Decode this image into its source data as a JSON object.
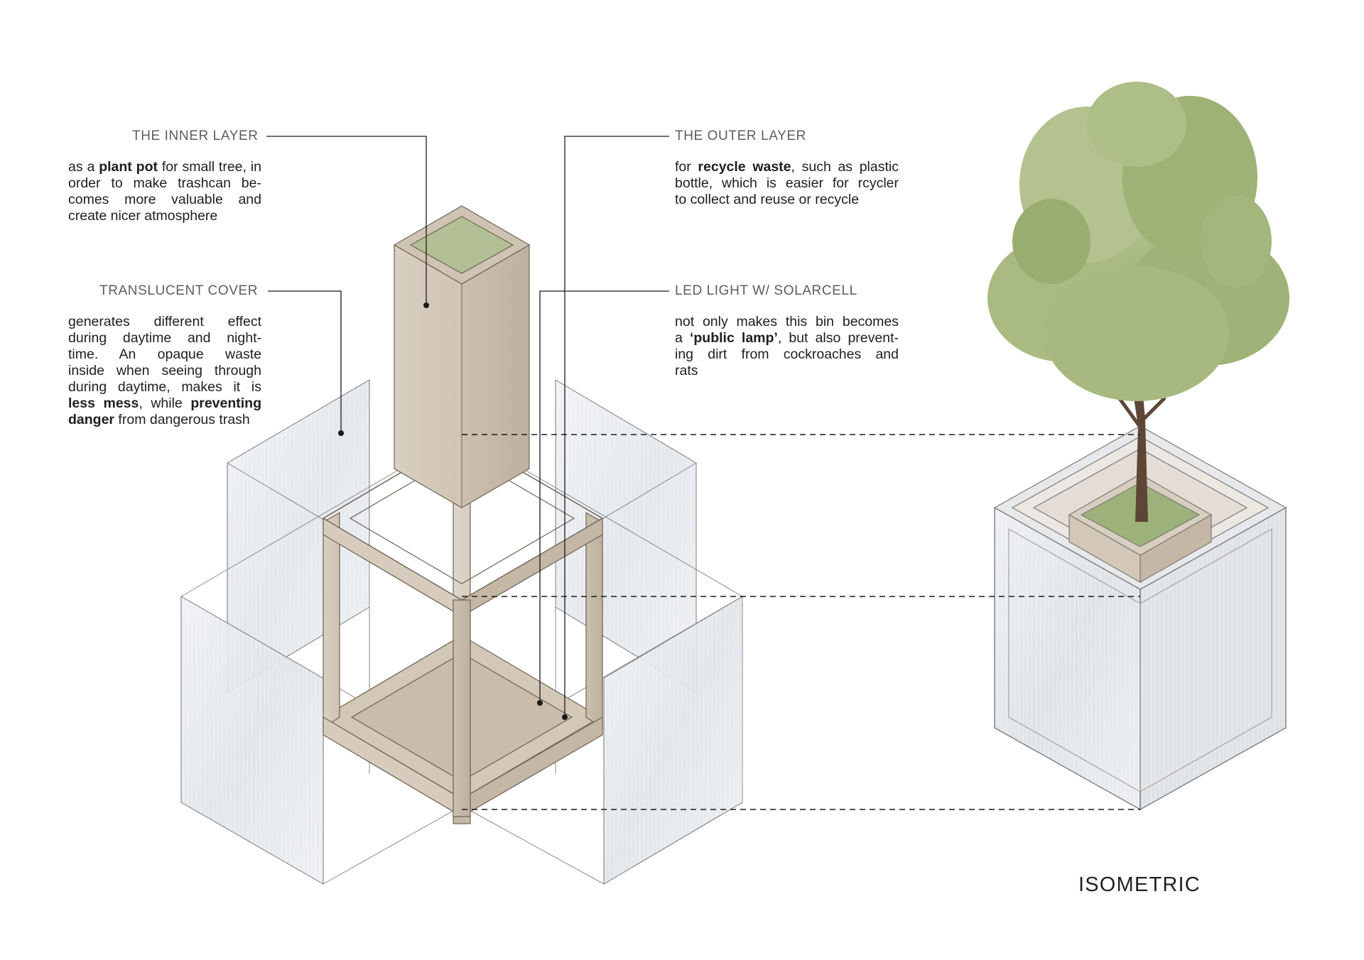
{
  "labels": {
    "inner_layer": {
      "heading": "THE INNER LAYER",
      "lines": [
        [
          {
            "t": "as a "
          },
          {
            "t": "plant pot",
            "b": true
          },
          {
            "t": " for small tree, in"
          }
        ],
        [
          {
            "t": "order to make trashcan be-"
          }
        ],
        [
          {
            "t": "comes more valuable and"
          }
        ],
        [
          {
            "t": "create nicer atmosphere"
          }
        ]
      ]
    },
    "outer_layer": {
      "heading": "THE OUTER LAYER",
      "lines": [
        [
          {
            "t": "for "
          },
          {
            "t": "recycle waste",
            "b": true
          },
          {
            "t": ", such as plastic"
          }
        ],
        [
          {
            "t": "bottle, which is easier for rcycler"
          }
        ],
        [
          {
            "t": "to collect and reuse or recycle"
          }
        ]
      ]
    },
    "translucent_cover": {
      "heading": "TRANSLUCENT COVER",
      "lines": [
        [
          {
            "t": "generates different effect"
          }
        ],
        [
          {
            "t": "during daytime and night-"
          }
        ],
        [
          {
            "t": "time. An opaque waste"
          }
        ],
        [
          {
            "t": "inside when seeing through"
          }
        ],
        [
          {
            "t": "during daytime, makes it is"
          }
        ],
        [
          {
            "t": "less mess",
            "b": true
          },
          {
            "t": ", while "
          },
          {
            "t": "preventing",
            "b": true
          }
        ],
        [
          {
            "t": "danger",
            "b": true
          },
          {
            "t": " from dangerous trash"
          }
        ]
      ]
    },
    "led_light": {
      "heading": "LED LIGHT W/ SOLARCELL",
      "lines": [
        [
          {
            "t": "not only makes this bin becomes"
          }
        ],
        [
          {
            "t": "a "
          },
          {
            "t": "‘public lamp’",
            "b": true
          },
          {
            "t": ", but also prevent-"
          }
        ],
        [
          {
            "t": "ing dirt from cockroaches and"
          }
        ],
        [
          {
            "t": "rats"
          }
        ]
      ]
    }
  },
  "title": "ISOMETRIC",
  "colors": {
    "wood": "#d6cbbd",
    "wood_dark": "#b9ab99",
    "panel": "#e9ecef",
    "foliage": "#a3b67a",
    "grass": "#9cb27a",
    "trunk": "#5d4636",
    "line": "#1a1a1a"
  }
}
